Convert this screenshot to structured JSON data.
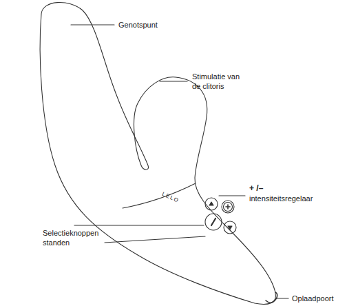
{
  "diagram": {
    "labels": [
      "Genotspunt",
      "Stimulatie van de clitoris",
      "+ /–",
      "intensiteitsregelaar",
      "Selectieknoppen standen",
      "Oplaadpoort",
      "LELO"
    ]
  }
}
